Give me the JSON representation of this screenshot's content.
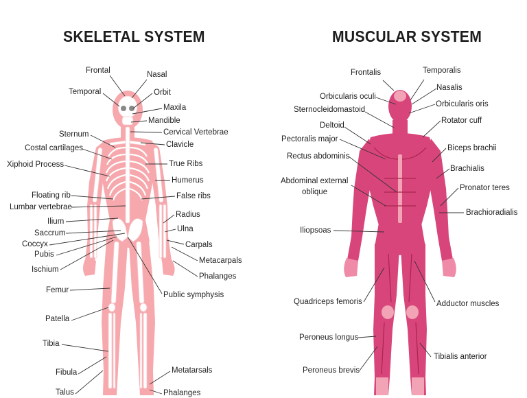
{
  "skeletal": {
    "title": "SKELETAL SYSTEM",
    "body_color": "#f29aa0",
    "bone_color": "#ffffff",
    "labels": [
      "Frontal",
      "Nasal",
      "Temporal",
      "Orbit",
      "Maxila",
      "Mandible",
      "Sternum",
      "Cervical Vertebrae",
      "Costal cartilages",
      "Clavicle",
      "Xiphoid Process",
      "True Ribs",
      "Humerus",
      "Floating rib",
      "False ribs",
      "Lumbar vertebrae",
      "Radius",
      "Ilium",
      "Ulna",
      "Saccrum",
      "Coccyx",
      "Carpals",
      "Pubis",
      "Metacarpals",
      "Ischium",
      "Phalanges",
      "Femur",
      "Public symphysis",
      "Patella",
      "Tibia",
      "Fibula",
      "Metatarsals",
      "Talus",
      "Phalanges"
    ]
  },
  "muscular": {
    "title": "MUSCULAR SYSTEM",
    "muscle_color": "#d8457a",
    "tendon_color": "#f2a3b5",
    "labels": [
      "Frontalis",
      "Temporalis",
      "Nasalis",
      "Orbicularis oculi",
      "Orbicularis oris",
      "Sternocleidomastoid",
      "Rotator cuff",
      "Deltoid",
      "Pectoralis major",
      "Biceps brachii",
      "Rectus abdominis",
      "Brachialis",
      "Pronator teres",
      "Abdominal external",
      "oblique",
      "Brachioradialis",
      "Iliopsoas",
      "Quadriceps femoris",
      "Adductor muscles",
      "Peroneus longus",
      "Tibialis anterior",
      "Peroneus brevis"
    ]
  }
}
